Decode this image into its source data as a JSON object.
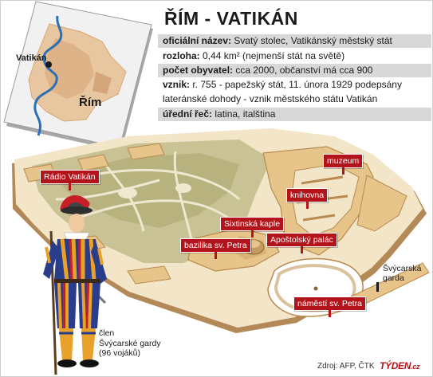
{
  "title": "ŘÍM - VATIKÁN",
  "inset_map": {
    "city_label": "Vatikán",
    "region_label": "Řím"
  },
  "info": [
    {
      "label": "oficiální název:",
      "value": " Svatý stolec, Vatikánský městský stát"
    },
    {
      "label": "rozloha:",
      "value": " 0,44 km² (nejmenší stát na světě)"
    },
    {
      "label": "počet obyvatel:",
      "value": " cca 2000, občanství má cca 900"
    },
    {
      "label": "vznik:",
      "value": " r. 755 - papežský stát, 11. února 1929 podepsány"
    },
    {
      "label": "",
      "value": "lateránské dohody - vznik městského státu Vatikán"
    },
    {
      "label": "úřední řeč:",
      "value": " latina, italština"
    }
  ],
  "places": {
    "radio": "Rádio Vatikán",
    "muzeum": "muzeum",
    "knihovna": "knihovna",
    "sixtinska": "Sixtinská kaple",
    "bazilika": "bazilika sv. Petra",
    "palac": "Apoštolský palác",
    "namesti": "náměstí sv. Petra",
    "garda": "Švýcarská\ngarda"
  },
  "guard_caption": "člen\nŠvýcarské gardy\n(96 vojáků)",
  "source": "Zdroj: AFP, ČTK",
  "brand": "TÝDEN",
  "brand_suffix": ".cz"
}
